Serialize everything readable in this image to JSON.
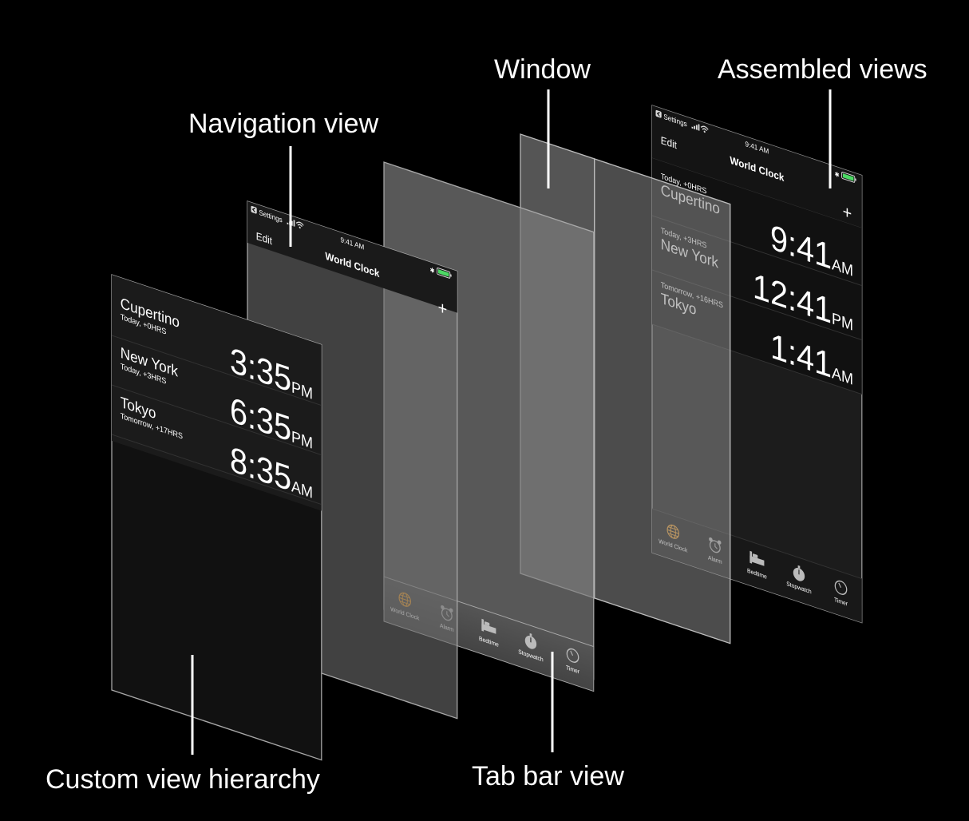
{
  "callouts": {
    "custom_view_hierarchy": "Custom view hierarchy",
    "navigation_view": "Navigation view",
    "tab_bar_view": "Tab bar view",
    "window": "Window",
    "assembled_views": "Assembled views"
  },
  "colors": {
    "background": "#000000",
    "accent": "#f0a030",
    "battery": "#4cd964"
  },
  "status_bar": {
    "back_label": "Settings",
    "time": "9:41 AM"
  },
  "nav_bar": {
    "edit_label": "Edit",
    "title": "World Clock",
    "add_label": "+"
  },
  "custom_view": {
    "rows": [
      {
        "city": "Cupertino",
        "offset": "Today, +0HRS",
        "time": "3:35",
        "ampm": "PM"
      },
      {
        "city": "New York",
        "offset": "Today, +3HRS",
        "time": "6:35",
        "ampm": "PM"
      },
      {
        "city": "Tokyo",
        "offset": "Tomorrow, +17HRS",
        "time": "8:35",
        "ampm": "AM"
      }
    ]
  },
  "assembled": {
    "rows": [
      {
        "city": "Cupertino",
        "offset": "Today, +0HRS",
        "time": "9:41",
        "ampm": "AM"
      },
      {
        "city": "New York",
        "offset": "Today, +3HRS",
        "time": "12:41",
        "ampm": "PM"
      },
      {
        "city": "Tokyo",
        "offset": "Tomorrow, +16HRS",
        "time": "1:41",
        "ampm": "AM"
      }
    ]
  },
  "tab_bar": {
    "items": [
      {
        "label": "World Clock",
        "icon": "globe-icon",
        "active": true
      },
      {
        "label": "Alarm",
        "icon": "alarm-clock-icon",
        "active": false
      },
      {
        "label": "Bedtime",
        "icon": "bed-icon",
        "active": false
      },
      {
        "label": "Stopwatch",
        "icon": "stopwatch-icon",
        "active": false
      },
      {
        "label": "Timer",
        "icon": "timer-icon",
        "active": false
      }
    ]
  }
}
